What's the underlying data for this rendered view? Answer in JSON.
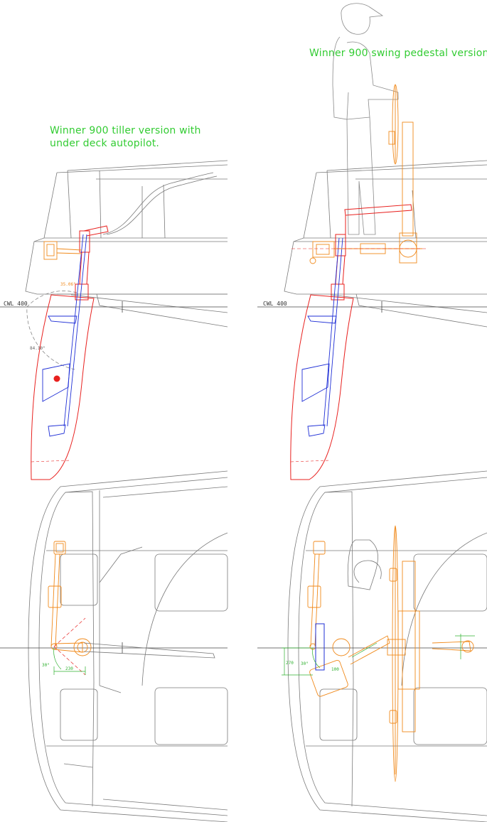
{
  "titles": {
    "tiller_line1": "Winner 900 tiller version with",
    "tiller_line2": "under deck autopilot.",
    "pedestal": "Winner 900 swing pedestal version"
  },
  "waterline": {
    "label_left": "CWL  400",
    "label_right": "CWL  400"
  },
  "dimensions": {
    "angle_upper": "35.06°",
    "angle_lower": "84.10°",
    "plan_left_angle": "30°",
    "plan_left_width": "230",
    "plan_right_height": "270",
    "plan_right_angle": "30°",
    "plan_right_width": "100"
  },
  "colors": {
    "hull": "#7a7a7a",
    "rudder": "#e8201e",
    "stock": "#1f2fd6",
    "gear": "#f08a1c",
    "dimension": "#2fb02f",
    "title": "#33cc33"
  }
}
